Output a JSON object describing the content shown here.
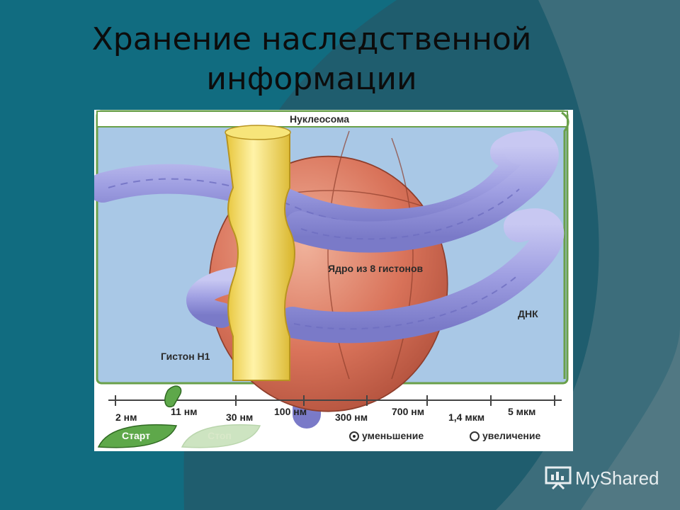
{
  "slide": {
    "title_line1": "Хранение наследственной",
    "title_line2": "информации"
  },
  "diagram": {
    "header": "Нуклеосома",
    "core_label": "Ядро из 8 гистонов",
    "dna_label": "ДНК",
    "h1_label": "Гистон Н1"
  },
  "scale": {
    "ticks": [
      "2 нм",
      "11 нм",
      "30 нм",
      "100 нм",
      "300 нм",
      "700 нм",
      "1,4 мкм",
      "5 мкм"
    ],
    "current": "11 нм"
  },
  "controls": {
    "start_label": "Старт",
    "stop_label": "Стоп",
    "radio_decrease": "уменьшение",
    "radio_increase": "увеличение",
    "selected": "уменьшение"
  },
  "watermark": {
    "text": "MyShared",
    "icon": "presentation-icon"
  },
  "colors": {
    "background": "#1f5d6e",
    "panel_sky": "#a9c8e6",
    "histone_core": "#d9735a",
    "dna": "#a8a8e6",
    "histone_h1": "#f2dc5a",
    "start_button": "#5ea84a"
  }
}
